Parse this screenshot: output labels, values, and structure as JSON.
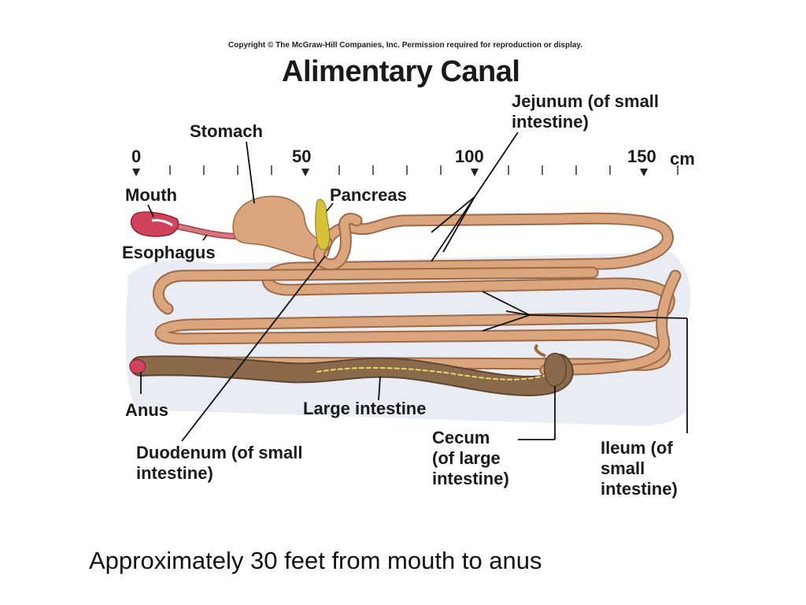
{
  "figure": {
    "copyright": "Copyright © The McGraw-Hill Companies, Inc. Permission required for reproduction or display.",
    "title": "Alimentary Canal",
    "scale": {
      "ticks": [
        "0",
        "50",
        "100",
        "150"
      ],
      "unit": "cm"
    },
    "labels": {
      "jejunum": "Jejunum (of small\nintestine)",
      "stomach": "Stomach",
      "mouth": "Mouth",
      "pancreas": "Pancreas",
      "esophagus": "Esophagus",
      "anus": "Anus",
      "large_intestine": "Large intestine",
      "duodenum": "Duodenum (of small\nintestine)",
      "cecum": "Cecum\n(of large\nintestine)",
      "ileum": "Ileum (of\nsmall\nintestine)"
    },
    "colors": {
      "intestine": "#d9a27a",
      "intestine_outline": "#9a6a48",
      "large_intestine": "#8a6a4a",
      "mouth": "#d0435a",
      "pancreas": "#d8c23a",
      "background_wash": "#dfe3ef"
    }
  },
  "caption": "Approximately 30 feet from mouth to anus"
}
